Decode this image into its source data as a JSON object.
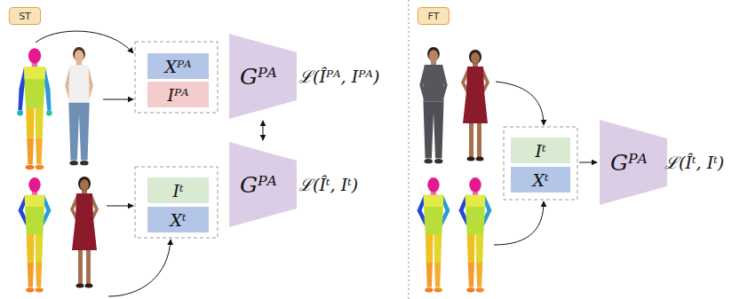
{
  "diagram": {
    "nodes": [
      {
        "text": [
          "ST"
        ]
      },
      {
        "text": [
          "Xᴾᴬ"
        ]
      },
      {
        "text": [
          "Iᴾᴬ"
        ]
      },
      {
        "text": [
          "Gᴾᴬ"
        ]
      },
      {
        "text": [
          "Iᵗ"
        ]
      },
      {
        "text": [
          "Xᵗ"
        ]
      },
      {
        "text": [
          "Gᴾᴬ"
        ]
      },
      {
        "text": [
          "FT"
        ]
      },
      {
        "text": [
          "Iᵗ"
        ]
      },
      {
        "text": [
          "Xᵗ"
        ]
      },
      {
        "text": [
          "Gᴾᴬ"
        ]
      }
    ],
    "edges": [
      {
        "from": 3,
        "to": 6,
        "arrow": "both"
      }
    ],
    "labels": [
      "ℒ(Îᴾᴬ, Iᴾᴬ)",
      "ℒ(Îᵗ, Iᵗ)",
      "ℒ(Îᵗ, Iᵗ)"
    ]
  }
}
